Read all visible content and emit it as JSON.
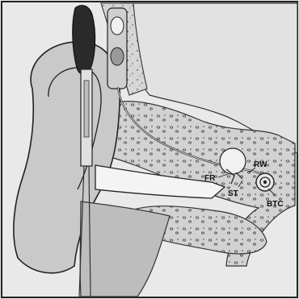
{
  "labels": {
    "fr": "FR",
    "st": "ST",
    "rw": "RW",
    "btc": "BTC"
  }
}
